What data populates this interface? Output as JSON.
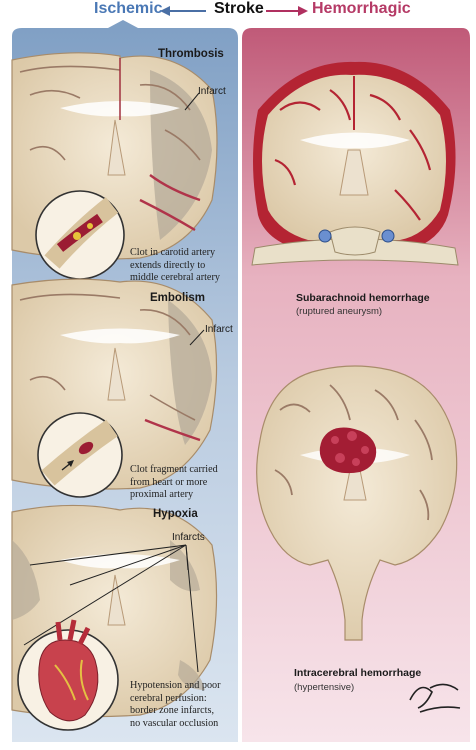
{
  "header": {
    "ischemic": "Ischemic",
    "stroke": "Stroke",
    "hemorrhagic": "Hemorrhagic"
  },
  "ischemic": {
    "thrombosis": {
      "title": "Thrombosis",
      "infarct_label": "Infarct",
      "caption": [
        "Clot in carotid artery",
        "extends directly to",
        "middle cerebral artery"
      ]
    },
    "embolism": {
      "title": "Embolism",
      "infarct_label": "Infarct",
      "caption": [
        "Clot fragment carried",
        "from heart or more",
        "proximal artery"
      ]
    },
    "hypoxia": {
      "title": "Hypoxia",
      "infarcts_label": "Infarcts",
      "caption": [
        "Hypotension and poor",
        "cerebral perfusion:",
        "border zone infarcts,",
        "no vascular occlusion"
      ]
    }
  },
  "hemorrhagic": {
    "subarachnoid": {
      "title": "Subarachnoid hemorrhage",
      "subtitle": "(ruptured aneurysm)"
    },
    "intracerebral": {
      "title": "Intracerebral  hemorrhage",
      "subtitle": "(hypertensive)"
    }
  },
  "colors": {
    "ischemic_accent": "#4a78b5",
    "hemorrhagic_accent": "#b53a66",
    "blood": "#a31d34"
  }
}
